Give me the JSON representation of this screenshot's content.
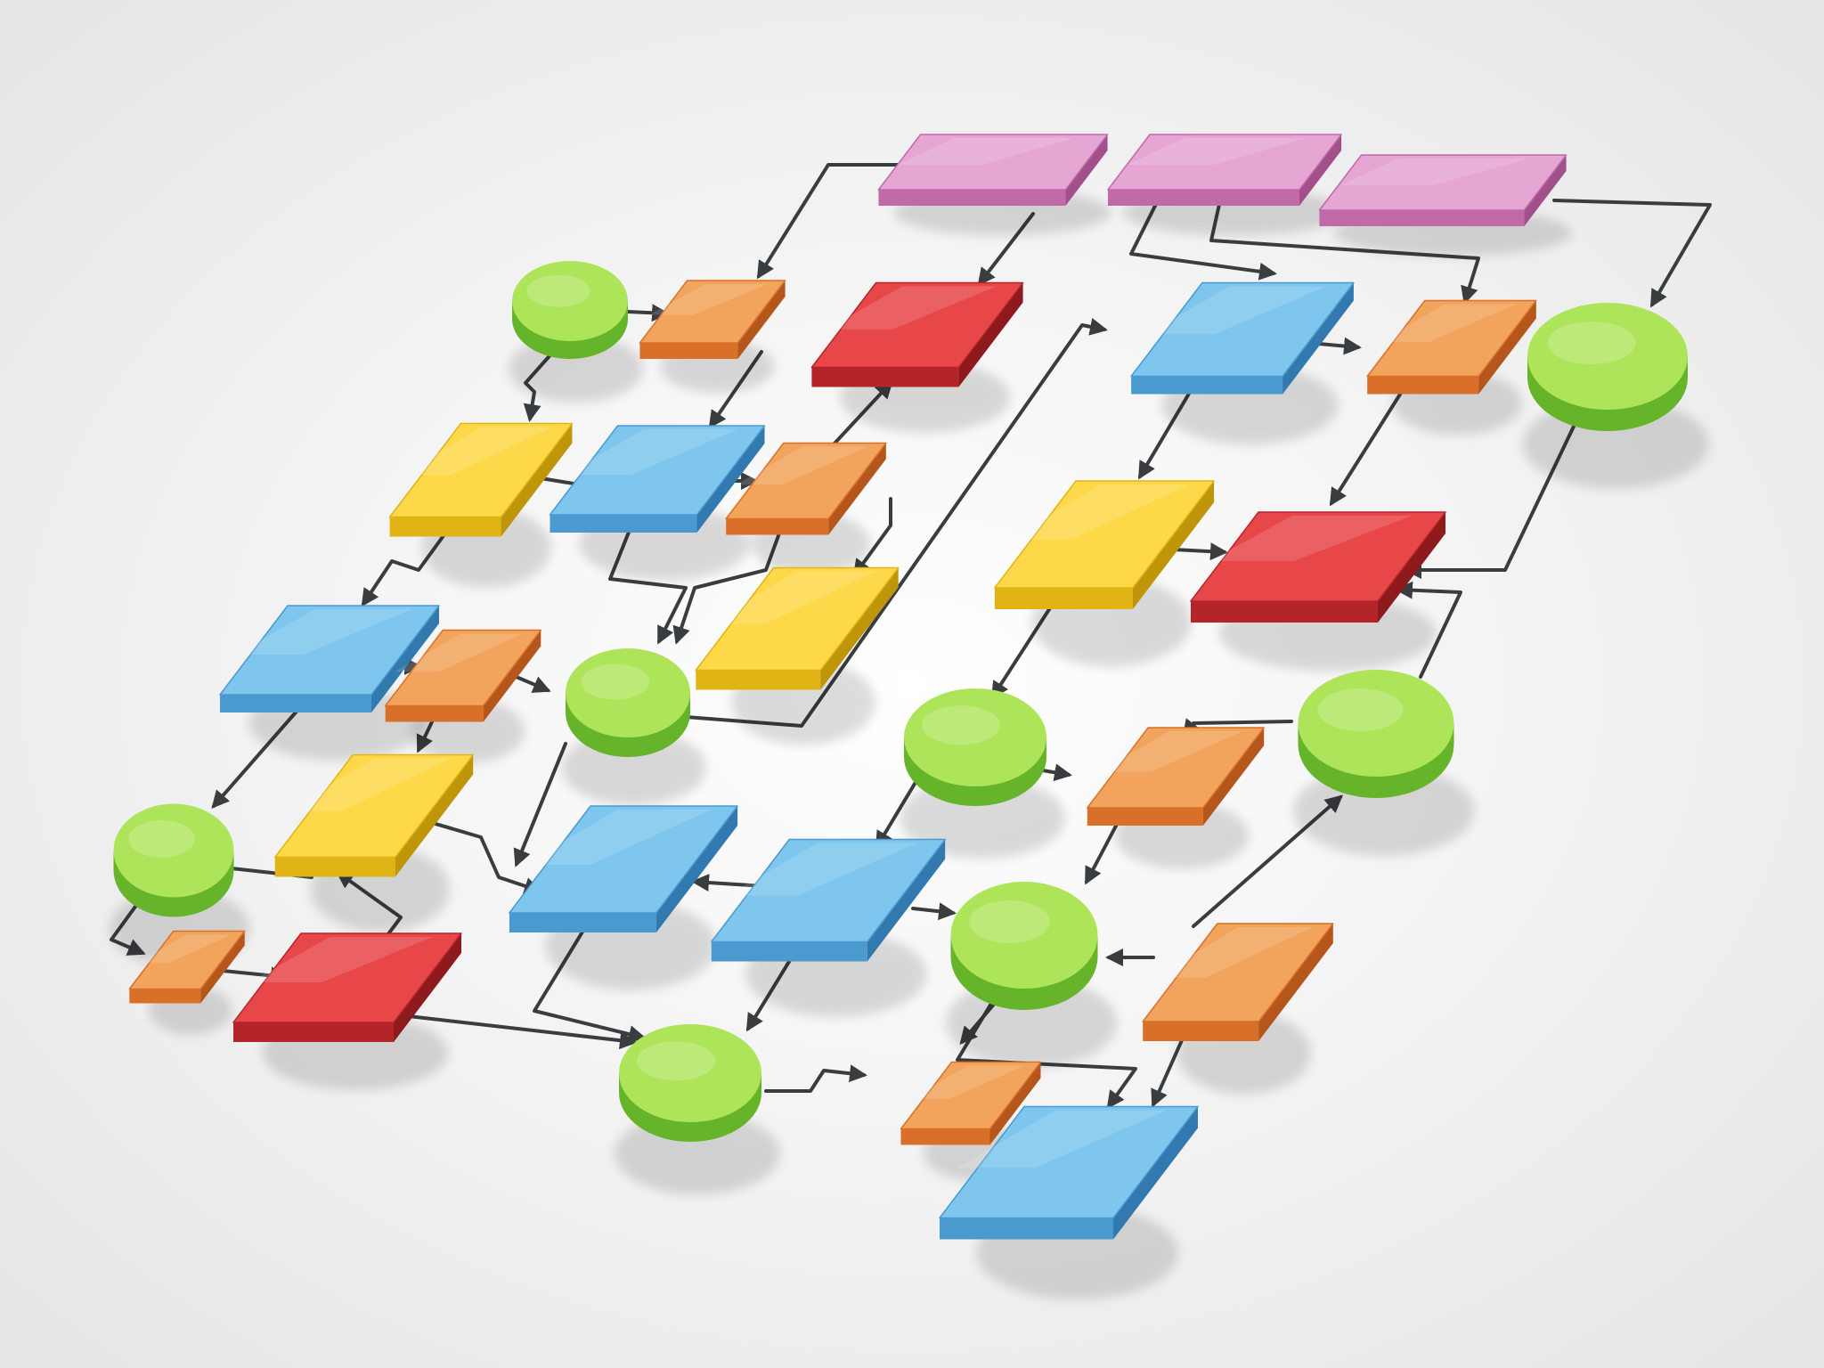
{
  "diagram": {
    "kind": "3d flowchart illustration",
    "background": "#f2f2f2",
    "connector_color": "#3a3d40",
    "palette": {
      "pink": {
        "top": "#e6a6d4",
        "side": "#c06aa8",
        "dark": "#a2508c"
      },
      "red": {
        "top": "#e8474a",
        "side": "#b4252a",
        "dark": "#8e1a1e"
      },
      "blue": {
        "top": "#7ec6ee",
        "side": "#4a9ad0",
        "dark": "#3279b0"
      },
      "orange": {
        "top": "#f2a35c",
        "side": "#d8702a",
        "dark": "#b5561c"
      },
      "yellow": {
        "top": "#fdd94a",
        "side": "#e0b414",
        "dark": "#bf950a"
      },
      "green": {
        "top": "#aee45a",
        "side": "#66b42a",
        "dark": "#4e921c"
      }
    },
    "nodes": [
      {
        "id": "p1",
        "shape": "box",
        "color": "pink"
      },
      {
        "id": "p2",
        "shape": "box",
        "color": "pink"
      },
      {
        "id": "p3",
        "shape": "box",
        "color": "pink"
      },
      {
        "id": "g1",
        "shape": "circle",
        "color": "green"
      },
      {
        "id": "o1",
        "shape": "box",
        "color": "orange"
      },
      {
        "id": "r1",
        "shape": "box",
        "color": "red"
      },
      {
        "id": "b1",
        "shape": "box",
        "color": "blue"
      },
      {
        "id": "o2",
        "shape": "box",
        "color": "orange"
      },
      {
        "id": "g2",
        "shape": "circle",
        "color": "green"
      },
      {
        "id": "y1",
        "shape": "box",
        "color": "yellow"
      },
      {
        "id": "b2",
        "shape": "box",
        "color": "blue"
      },
      {
        "id": "o3",
        "shape": "box",
        "color": "orange"
      },
      {
        "id": "y2",
        "shape": "box",
        "color": "yellow"
      },
      {
        "id": "r2",
        "shape": "box",
        "color": "red"
      },
      {
        "id": "b3",
        "shape": "box",
        "color": "blue"
      },
      {
        "id": "o4",
        "shape": "box",
        "color": "orange"
      },
      {
        "id": "g3",
        "shape": "circle",
        "color": "green"
      },
      {
        "id": "y3",
        "shape": "box",
        "color": "yellow"
      },
      {
        "id": "g4",
        "shape": "circle",
        "color": "green"
      },
      {
        "id": "o5",
        "shape": "box",
        "color": "orange"
      },
      {
        "id": "g5",
        "shape": "circle",
        "color": "green"
      },
      {
        "id": "g6",
        "shape": "circle",
        "color": "green"
      },
      {
        "id": "y4",
        "shape": "box",
        "color": "yellow"
      },
      {
        "id": "b4",
        "shape": "box",
        "color": "blue"
      },
      {
        "id": "b5",
        "shape": "box",
        "color": "blue"
      },
      {
        "id": "g7",
        "shape": "circle",
        "color": "green"
      },
      {
        "id": "o6",
        "shape": "box",
        "color": "orange"
      },
      {
        "id": "o7",
        "shape": "box",
        "color": "orange"
      },
      {
        "id": "r3",
        "shape": "box",
        "color": "red"
      },
      {
        "id": "g8",
        "shape": "circle",
        "color": "green"
      },
      {
        "id": "o8",
        "shape": "box",
        "color": "orange"
      },
      {
        "id": "b6",
        "shape": "box",
        "color": "blue"
      }
    ]
  }
}
